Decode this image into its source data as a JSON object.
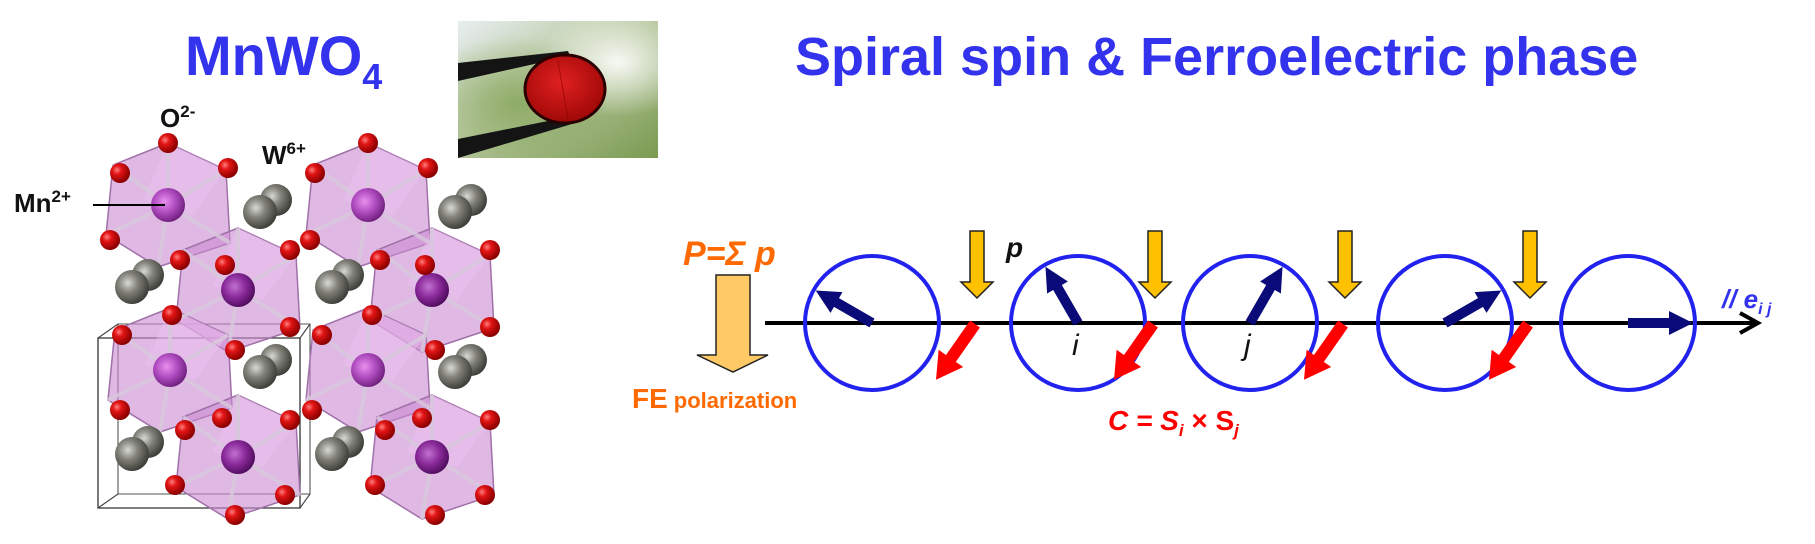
{
  "left_panel": {
    "formula_main": "MnWO",
    "formula_sub": "4",
    "ion_labels": {
      "oxygen": {
        "symbol": "O",
        "charge": "2-"
      },
      "tungsten": {
        "symbol": "W",
        "charge": "6+"
      },
      "manganese": {
        "symbol": "Mn",
        "charge": "2+"
      }
    },
    "colors": {
      "octahedron": "#c98ad0",
      "manganese": "#a040b0",
      "oxygen": "#dd1111",
      "tungsten": "#6e6e68"
    }
  },
  "photo": {
    "description": "red crystal held in tweezers",
    "crystal_color": "#cc1010"
  },
  "right_panel": {
    "title": "Spiral spin & Ferroelectric phase",
    "polarization_formula": "P=Σ p",
    "local_p_label": "p",
    "fe_label_big": "FE",
    "fe_label_small": "polarization",
    "site_i_label": "i",
    "site_j_label": "j",
    "axis_label_prefix": "// e",
    "axis_label_sub": "i j",
    "chirality_formula": {
      "lhs": "C = S",
      "sub_i": "i",
      "op": " × S",
      "sub_j": "j"
    },
    "spin_angles_deg": [
      150,
      120,
      60,
      30,
      0
    ],
    "colors": {
      "title": "#3333ee",
      "circle": "#2222ee",
      "spin": "#0a0a78",
      "chirality_arrow": "#ff0000",
      "local_polarization_arrow": "#ffc000",
      "net_polarization_arrow": "#ffc966",
      "polarization_text": "#ff6a00",
      "chirality_text": "#ff0000"
    }
  }
}
